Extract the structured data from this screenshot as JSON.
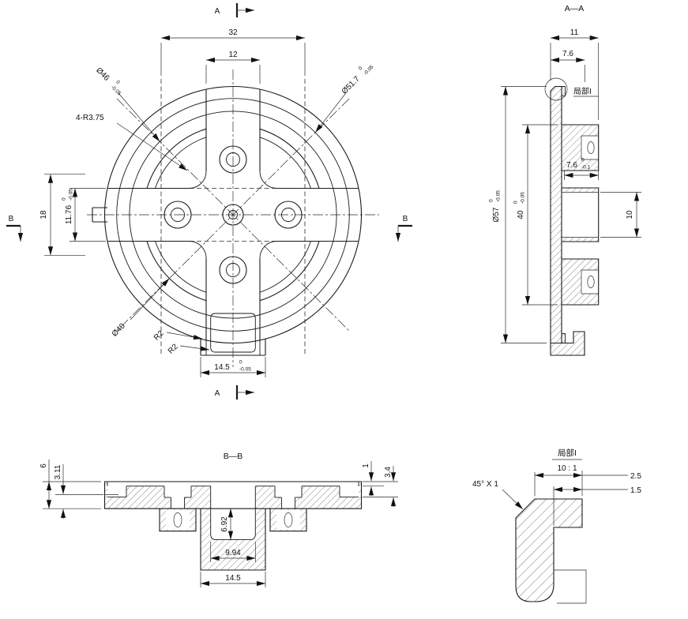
{
  "front": {
    "marker_top": "A",
    "marker_bottom": "A",
    "marker_left": "B",
    "marker_right": "B",
    "dim_width_outer": "32",
    "dim_width_slot": "12",
    "dia_46": "Ø46",
    "dia_46_tol_up": "0",
    "dia_46_tol_dn": "-0.05",
    "dia_51_7": "Ø51.7",
    "dia_51_7_tol_up": "0",
    "dia_51_7_tol_dn": "-0.05",
    "fillet_note": "4-R3.75",
    "dim_18": "18",
    "dim_11_76": "11.76",
    "dim_11_76_tol_up": "0",
    "dim_11_76_tol_dn": "-0.05",
    "dia_40": "Ø40",
    "radius_r2_a": "R2",
    "radius_r2_b": "R2",
    "dim_14_5": "14.5",
    "dim_14_5_tol_up": "0",
    "dim_14_5_tol_dn": "-0.05"
  },
  "section_aa": {
    "title": "A—A",
    "dim_11": "11",
    "dim_7_6": "7.6",
    "detail_callout": "局部I",
    "dia_57": "Ø57",
    "dia_57_tol_up": "0",
    "dia_57_tol_dn": "-0.05",
    "dim_40": "40",
    "dim_40_tol_up": "0",
    "dim_40_tol_dn": "-0.05",
    "dim_7_6_depth": "7.6",
    "dim_7_6_depth_tol_up": "0",
    "dim_7_6_depth_tol_dn": "-0.1",
    "dim_10": "10"
  },
  "section_bb": {
    "title": "B—B",
    "dim_6": "6",
    "dim_3_11": "3.11",
    "dim_1": "1",
    "dim_3_4": "3.4",
    "dim_6_92": "6.92",
    "dim_9_94": "9.94",
    "dim_14_5": "14.5"
  },
  "detail": {
    "title": "局部I",
    "scale": "10 : 1",
    "dim_2_5": "2.5",
    "dim_1_5": "1.5",
    "chamfer_note": "45° X 1"
  },
  "colors": {
    "line": "#1a1a1a",
    "background": "#ffffff"
  }
}
